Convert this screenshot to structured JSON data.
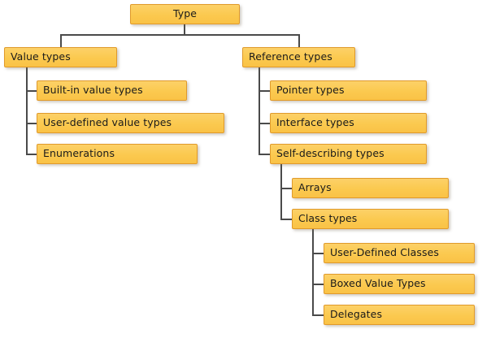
{
  "diagram": {
    "title": "Type",
    "type": "hierarchy-tree",
    "theme": {
      "node_fill": "#fbc94f",
      "node_fill_top": "#fcd168",
      "node_border": "#e09a2b",
      "connector": "#4a4a4a",
      "text": "#1a1a1a",
      "background": "#ffffff"
    },
    "nodes": {
      "root": "Type",
      "value_types": "Value types",
      "built_in_value_types": "Built-in value types",
      "user_defined_value_types": "User-defined value types",
      "enumerations": "Enumerations",
      "reference_types": "Reference types",
      "pointer_types": "Pointer types",
      "interface_types": "Interface types",
      "self_describing_types": "Self-describing types",
      "arrays": "Arrays",
      "class_types": "Class types",
      "user_defined_classes": "User-Defined Classes",
      "boxed_value_types": "Boxed Value Types",
      "delegates": "Delegates"
    },
    "tree": {
      "label": "Type",
      "children": [
        {
          "label": "Value types",
          "children": [
            {
              "label": "Built-in value types",
              "children": []
            },
            {
              "label": "User-defined value types",
              "children": []
            },
            {
              "label": "Enumerations",
              "children": []
            }
          ]
        },
        {
          "label": "Reference types",
          "children": [
            {
              "label": "Pointer types",
              "children": []
            },
            {
              "label": "Interface types",
              "children": []
            },
            {
              "label": "Self-describing types",
              "children": [
                {
                  "label": "Arrays",
                  "children": []
                },
                {
                  "label": "Class types",
                  "children": [
                    {
                      "label": "User-Defined Classes",
                      "children": []
                    },
                    {
                      "label": "Boxed Value Types",
                      "children": []
                    },
                    {
                      "label": "Delegates",
                      "children": []
                    }
                  ]
                }
              ]
            }
          ]
        }
      ]
    }
  }
}
